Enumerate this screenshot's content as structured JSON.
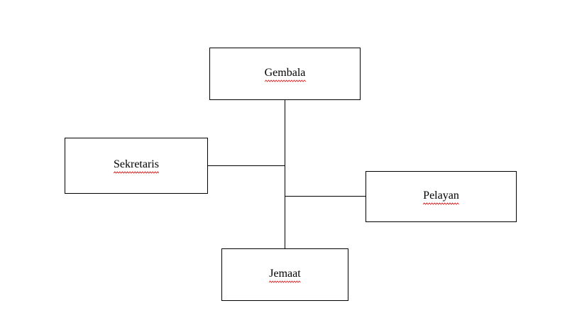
{
  "org_chart": {
    "nodes": {
      "gembala": "Gembala",
      "sekretaris": "Sekretaris",
      "pelayan": "Pelayan",
      "jemaat": "Jemaat"
    },
    "edges": [
      {
        "from": "gembala",
        "to": "jemaat"
      },
      {
        "from": "gembala",
        "to": "sekretaris"
      },
      {
        "from": "gembala",
        "to": "pelayan"
      }
    ]
  },
  "colors": {
    "line": "#000000",
    "box_border": "#000000",
    "text": "#000000",
    "spellcheck_underline": "#e00000"
  }
}
